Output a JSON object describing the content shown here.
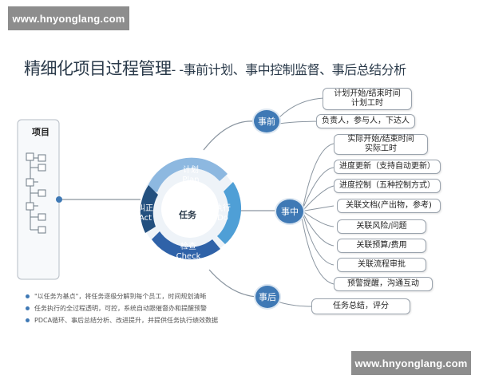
{
  "watermark_top": "www.hnyonglang.com",
  "watermark_bottom": "www.hnyonglang.com",
  "title": {
    "main": "精细化项目过程管理",
    "sub": "- -事前计划、事中控制监督、事后总结分析"
  },
  "project_label": "项目",
  "cycle": {
    "center": "任务",
    "plan": [
      "计划",
      "Plan"
    ],
    "do": [
      "执行",
      "Do"
    ],
    "check": [
      "检查",
      "Check"
    ],
    "act": [
      "纠正",
      "Act"
    ]
  },
  "phases": {
    "before": "事前",
    "during": "事中",
    "after": "事后"
  },
  "before_boxes": [
    [
      "计划开始/结束时间",
      "计划工时"
    ],
    [
      "负责人，参与人，下达人"
    ]
  ],
  "during_boxes": [
    [
      "实际开始/结束时间",
      "实际工时"
    ],
    [
      "进度更新（支持自动更新）"
    ],
    [
      "进度控制（五种控制方式）"
    ],
    [
      "关联文档(产出物，参考)"
    ],
    [
      "关联风险/问题"
    ],
    [
      "关联预算/费用"
    ],
    [
      "关联流程审批"
    ],
    [
      "预警提醒，沟通互动"
    ]
  ],
  "after_boxes": [
    [
      "任务总结，评分"
    ]
  ],
  "bullets": [
    "\"以任务为基点\"，将任务逐级分解到每个员工，时间规划清晰",
    "任务执行的全过程透明，可控，系统自动跟催督办和提醒预警",
    "PDCA循环、事后总结分析、改进提升，并提供任务执行绩效数据"
  ],
  "colors": {
    "plan": "#8db8e0",
    "do": "#4f9fd6",
    "check": "#2f62a8",
    "act": "#23507f",
    "node": "#3f79b5",
    "connector": "#8a95a0"
  }
}
